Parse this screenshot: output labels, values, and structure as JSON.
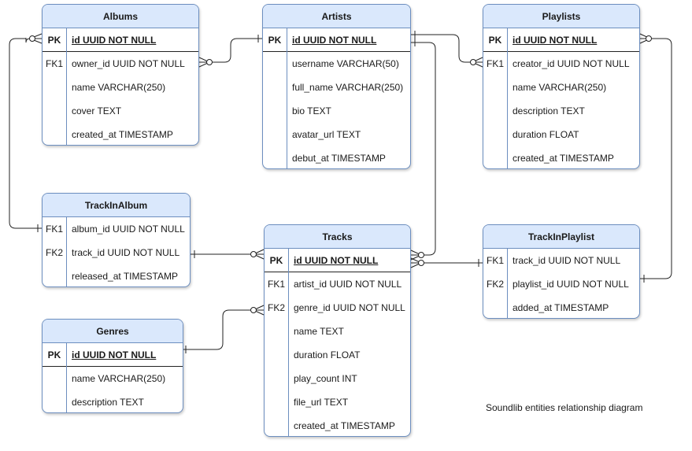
{
  "diagram": {
    "caption": "Soundlib entities relationship diagram",
    "colors": {
      "header_fill": "#dae8fc",
      "border": "#6c8ebf",
      "background": "#ffffff",
      "edge": "#222222"
    },
    "entities": [
      {
        "id": "albums",
        "name": "Albums",
        "fields": [
          {
            "key": "PK",
            "name": "id UUID NOT NULL"
          },
          {
            "key": "FK1",
            "name": "owner_id UUID NOT NULL"
          },
          {
            "key": "",
            "name": "name VARCHAR(250)"
          },
          {
            "key": "",
            "name": "cover TEXT"
          },
          {
            "key": "",
            "name": "created_at TIMESTAMP"
          }
        ]
      },
      {
        "id": "artists",
        "name": "Artists",
        "fields": [
          {
            "key": "PK",
            "name": "id UUID NOT NULL"
          },
          {
            "key": "",
            "name": "username VARCHAR(50)"
          },
          {
            "key": "",
            "name": "full_name VARCHAR(250)"
          },
          {
            "key": "",
            "name": "bio TEXT"
          },
          {
            "key": "",
            "name": "avatar_url  TEXT"
          },
          {
            "key": "",
            "name": "debut_at TIMESTAMP"
          }
        ]
      },
      {
        "id": "playlists",
        "name": "Playlists",
        "fields": [
          {
            "key": "PK",
            "name": "id UUID  NOT NULL"
          },
          {
            "key": "FK1",
            "name": "creator_id UUID NOT NULL"
          },
          {
            "key": "",
            "name": "name VARCHAR(250)"
          },
          {
            "key": "",
            "name": "description TEXT"
          },
          {
            "key": "",
            "name": "duration FLOAT"
          },
          {
            "key": "",
            "name": "created_at TIMESTAMP"
          }
        ]
      },
      {
        "id": "trackinalbum",
        "name": "TrackInAlbum",
        "fields": [
          {
            "key": "FK1",
            "name": "album_id UUID NOT NULL"
          },
          {
            "key": "FK2",
            "name": "track_id UUID NOT NULL"
          },
          {
            "key": "",
            "name": "released_at TIMESTAMP"
          }
        ]
      },
      {
        "id": "tracks",
        "name": "Tracks",
        "fields": [
          {
            "key": "PK",
            "name": "id UUID NOT NULL"
          },
          {
            "key": "FK1",
            "name": "artist_id UUID NOT NULL"
          },
          {
            "key": "FK2",
            "name": "genre_id UUID NOT NULL"
          },
          {
            "key": "",
            "name": "name TEXT"
          },
          {
            "key": "",
            "name": "duration FLOAT"
          },
          {
            "key": "",
            "name": "play_count INT"
          },
          {
            "key": "",
            "name": "file_url TEXT"
          },
          {
            "key": "",
            "name": "created_at TIMESTAMP"
          }
        ]
      },
      {
        "id": "trackinplaylist",
        "name": "TrackInPlaylist",
        "fields": [
          {
            "key": "FK1",
            "name": "track_id UUID NOT NULL"
          },
          {
            "key": "FK2",
            "name": "playlist_id UUID NOT NULL"
          },
          {
            "key": "",
            "name": "added_at TIMESTAMP"
          }
        ]
      },
      {
        "id": "genres",
        "name": "Genres",
        "fields": [
          {
            "key": "PK",
            "name": "id UUID NOT NULL"
          },
          {
            "key": "",
            "name": "name VARCHAR(250)"
          },
          {
            "key": "",
            "name": "description TEXT"
          }
        ]
      }
    ],
    "relationships": [
      {
        "from": "albums.id",
        "to": "trackinalbum.album_id",
        "from_end": "zero-or-many",
        "to_end": "one"
      },
      {
        "from": "albums.owner_id",
        "to": "artists.id",
        "from_end": "zero-or-many",
        "to_end": "one"
      },
      {
        "from": "artists.id",
        "to": "playlists.creator_id",
        "from_end": "one",
        "to_end": "zero-or-many"
      },
      {
        "from": "artists.id",
        "to": "tracks.id",
        "from_end": "one",
        "to_end": "zero-or-many"
      },
      {
        "from": "playlists.id",
        "to": "trackinplaylist.playlist_id",
        "from_end": "zero-or-many",
        "to_end": "one"
      },
      {
        "from": "trackinalbum.track_id",
        "to": "tracks.id",
        "from_end": "one",
        "to_end": "zero-or-many"
      },
      {
        "from": "tracks.id",
        "to": "trackinplaylist.track_id",
        "from_end": "zero-or-many",
        "to_end": "one"
      },
      {
        "from": "genres.id",
        "to": "tracks.genre_id",
        "from_end": "one",
        "to_end": "zero-or-many"
      }
    ]
  }
}
